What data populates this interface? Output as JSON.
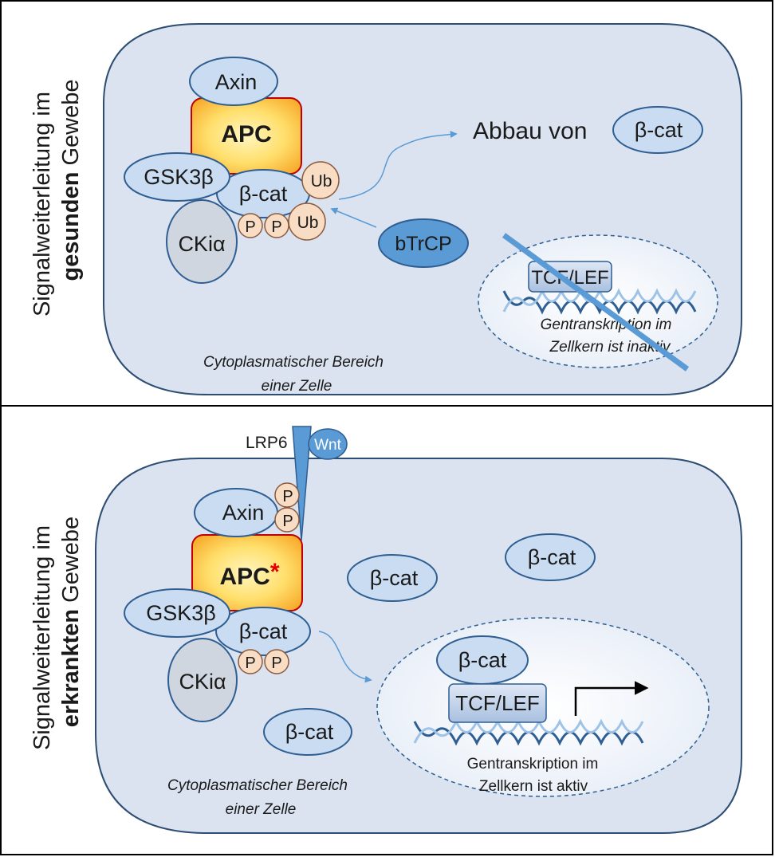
{
  "panel_top": {
    "side_label": {
      "pre": "Signalweiterleitung im",
      "bold": "gesunden",
      "post": "Gewebe"
    },
    "proteins": {
      "axin": "Axin",
      "apc": "APC",
      "gsk": "GSK3β",
      "bcat": "β-cat",
      "cki": "CKiα",
      "p1": "P",
      "p2": "P",
      "ub1": "Ub",
      "ub2": "Ub",
      "btrcp": "bTrCP"
    },
    "abbau": {
      "text": "Abbau von",
      "bcat": "β-cat"
    },
    "nucleus": {
      "tcf": "TCF/LEF",
      "line1": "Gentranskription im",
      "line2": "Zellkern ist inaktiv"
    },
    "cyto": {
      "line1": "Cytoplasmatischer Bereich",
      "line2": "einer Zelle"
    }
  },
  "panel_bottom": {
    "side_label": {
      "pre": "Signalweiterleitung im",
      "bold": "erkrankten",
      "post": "Gewebe"
    },
    "receptor": {
      "lrp6": "LRP6",
      "wnt": "Wnt"
    },
    "proteins": {
      "axin": "Axin",
      "p_axin1": "P",
      "p_axin2": "P",
      "apc": "APC",
      "apc_mark": "*",
      "gsk": "GSK3β",
      "bcat": "β-cat",
      "cki": "CKiα",
      "p1": "P",
      "p2": "P"
    },
    "free_bcat": [
      "β-cat",
      "β-cat",
      "β-cat"
    ],
    "nucleus": {
      "bcat": "β-cat",
      "tcf": "TCF/LEF",
      "line1": "Gentranskription im",
      "line2": "Zellkern ist aktiv"
    },
    "cyto": {
      "line1": "Cytoplasmatischer Bereich",
      "line2": "einer Zelle"
    }
  },
  "colors": {
    "cell": "#dbe3f0",
    "protein": "#c9dcf2",
    "dark_protein": "#5b9bd5",
    "cki": "#d0d6e0",
    "phospho": "#f8dcc4",
    "apc_center": "#ffe680",
    "apc_edge": "#f5a623",
    "dna_a": "#2e5e92",
    "dna_b": "#9ec3e6",
    "strike": "#5b9bd5"
  }
}
